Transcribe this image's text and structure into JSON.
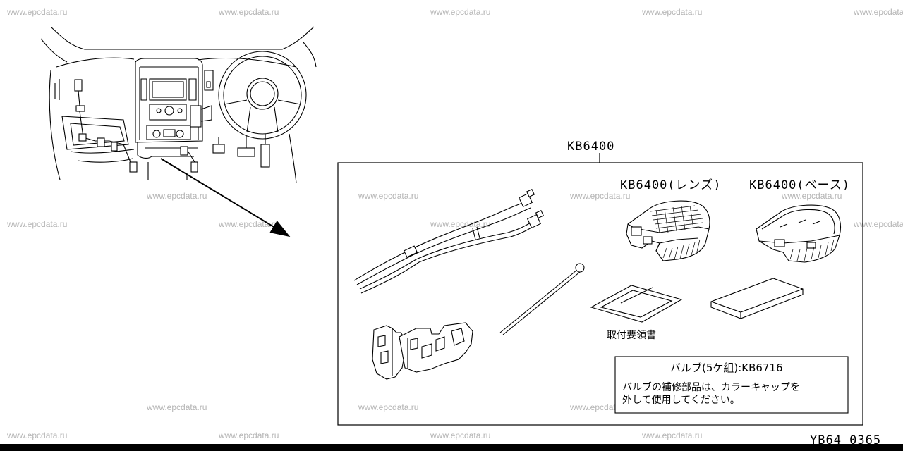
{
  "watermark": "www.epcdata.ru",
  "kit_label": "KB6400",
  "lens_label": "KB6400(レンズ)",
  "base_label": "KB6400(ベース)",
  "manual_label": "取付要領書",
  "note": {
    "line1": "バルブ(5ケ組):KB6716",
    "line2": "バルブの補修部品は、カラーキャップを",
    "line3": "外して使用してください。"
  },
  "figure_code": "YB64 0365"
}
